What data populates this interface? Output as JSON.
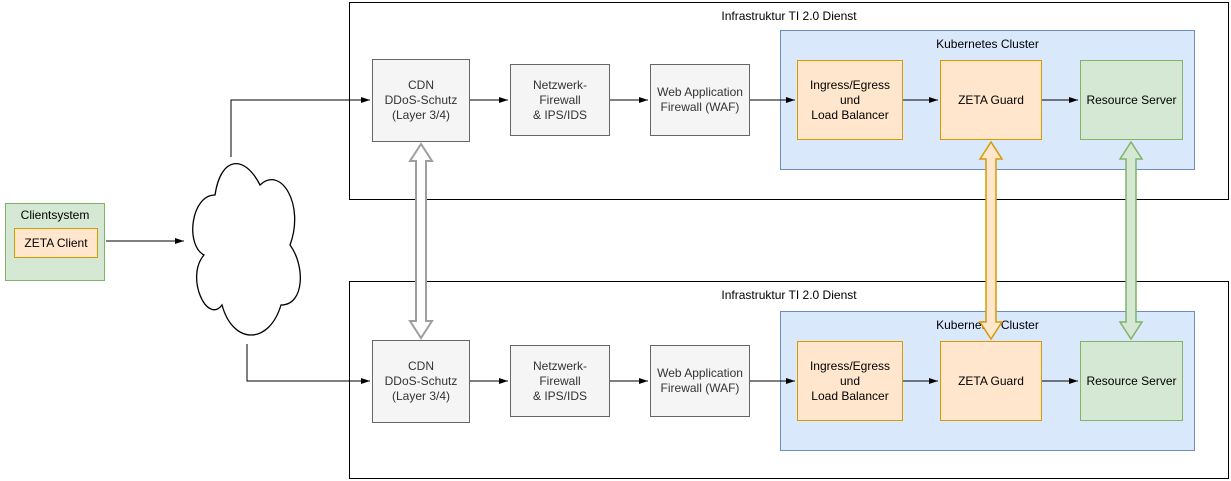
{
  "client": {
    "title": "Clientsystem",
    "node": "ZETA Client"
  },
  "infra_top": {
    "title": "Infrastruktur TI 2.0 Dienst",
    "cdn": "CDN\nDDoS-Schutz\n(Layer 3/4)",
    "firewall": "Netzwerk-Firewall\n& IPS/IDS",
    "waf": "Web Application\nFirewall (WAF)",
    "kubernetes": {
      "title": "Kubernetes Cluster",
      "ingress": "Ingress/Egress\nund\nLoad Balancer",
      "zeta_guard": "ZETA Guard",
      "resource_server": "Resource Server"
    }
  },
  "infra_bottom": {
    "title": "Infrastruktur TI 2.0 Dienst",
    "cdn": "CDN\nDDoS-Schutz\n(Layer 3/4)",
    "firewall": "Netzwerk-Firewall\n& IPS/IDS",
    "waf": "Web Application\nFirewall (WAF)",
    "kubernetes": {
      "title": "Kubernetes Cluster",
      "ingress": "Ingress/Egress\nund\nLoad Balancer",
      "zeta_guard": "ZETA Guard",
      "resource_server": "Resource Server"
    }
  },
  "colors": {
    "green_fill": "#d5e8d4",
    "green_border": "#82b366",
    "orange_fill": "#ffe6cc",
    "orange_border": "#d79b00",
    "blue_fill": "#dae8fc",
    "blue_border": "#6c8ebf",
    "gray_fill": "#f5f5f5",
    "gray_border": "#666666",
    "double_arrow_gray": "#9e9e9e",
    "connector": "#000000"
  }
}
